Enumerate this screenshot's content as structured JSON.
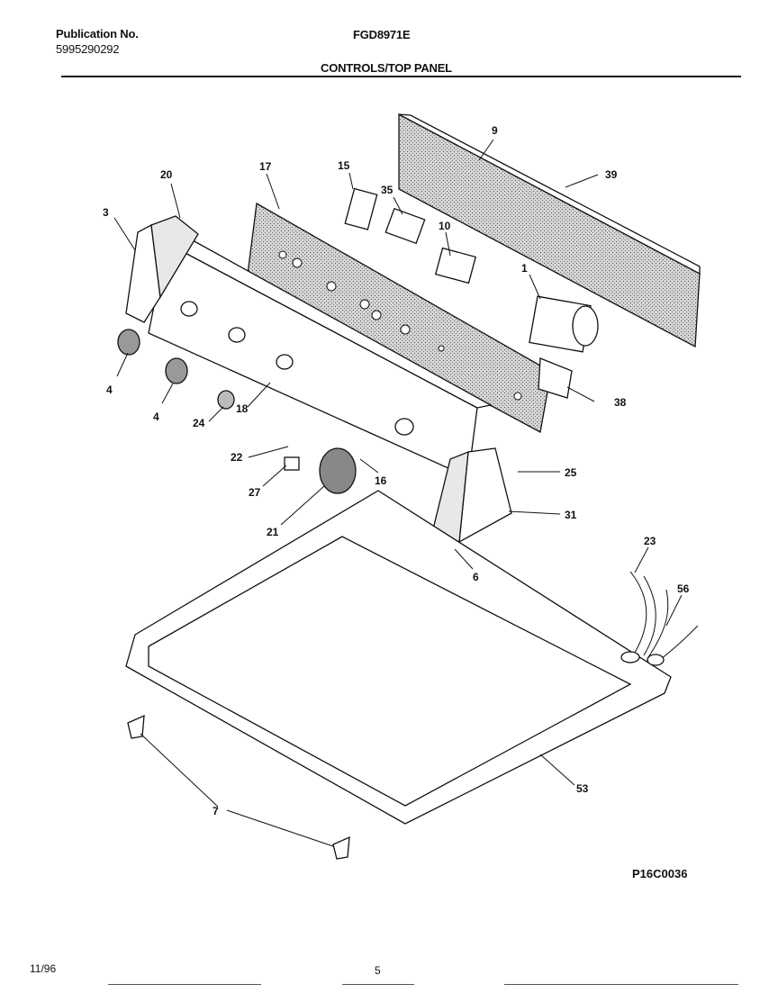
{
  "header": {
    "publication_label": "Publication No.",
    "publication_number": "5995290292",
    "model": "FGD8971E",
    "section_title": "CONTROLS/TOP PANEL"
  },
  "callouts": {
    "c1": "1",
    "c3": "3",
    "c4a": "4",
    "c4b": "4",
    "c6": "6",
    "c7": "7",
    "c9": "9",
    "c10": "10",
    "c15": "15",
    "c16": "16",
    "c17": "17",
    "c18": "18",
    "c20": "20",
    "c21": "21",
    "c22": "22",
    "c23": "23",
    "c24": "24",
    "c25": "25",
    "c27": "27",
    "c31": "31",
    "c35": "35",
    "c38": "38",
    "c39": "39",
    "c53": "53",
    "c56": "56"
  },
  "figure_code": "P16C0036",
  "footer": {
    "date": "11/96",
    "page": "5"
  },
  "colors": {
    "ink": "#111111",
    "shading": "#bdbdbd"
  }
}
